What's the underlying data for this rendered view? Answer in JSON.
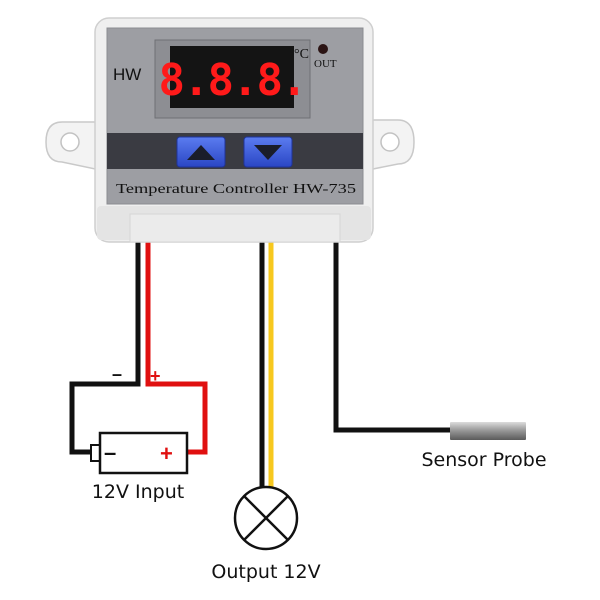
{
  "device": {
    "brand": "HW",
    "display_value": "8.8.8.",
    "unit": "°C",
    "out_indicator": "OUT",
    "caption": "Temperature Controller HW-735",
    "buttons": [
      {
        "name": "up-button",
        "icon": "triangle-up-icon"
      },
      {
        "name": "down-button",
        "icon": "triangle-down-icon"
      }
    ]
  },
  "battery": {
    "minus": "–",
    "plus": "+"
  },
  "polarity": {
    "minus": "–",
    "plus": "+"
  },
  "labels": {
    "input": "12V Input",
    "output": "Output 12V",
    "sensor": "Sensor Probe"
  },
  "colors": {
    "wire_black": "#111111",
    "wire_red": "#e01010",
    "wire_yellow": "#f7c81e",
    "display_red": "#ff1a1a",
    "button_blue": "#3c5fe0"
  }
}
